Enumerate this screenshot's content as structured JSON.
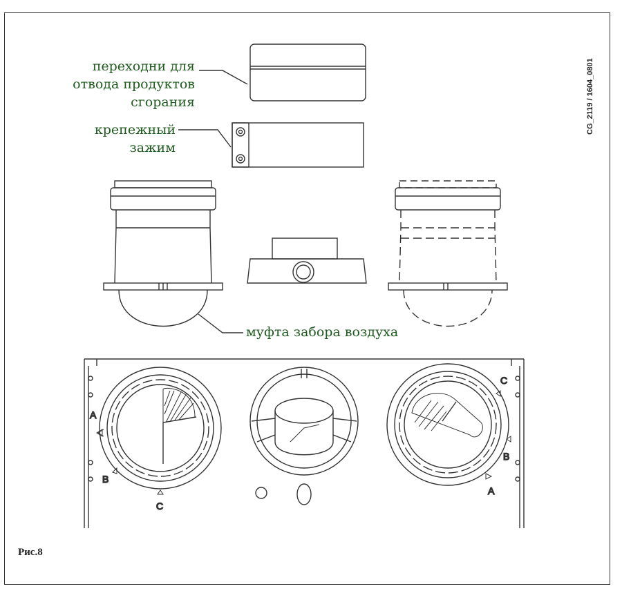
{
  "labels": {
    "flue_adapters": "переходни для\nотвода продуктов\nсгорания",
    "clamp": "крепежный\nзажим",
    "air_coupling": "муфта забора воздуха"
  },
  "figure_label": "Рис.8",
  "drawing_code": "CG_2119 / 1604_0801",
  "markers": {
    "left_a": "A",
    "left_b": "B",
    "left_c": "C",
    "right_a": "A",
    "right_b": "B",
    "right_c": "C"
  }
}
